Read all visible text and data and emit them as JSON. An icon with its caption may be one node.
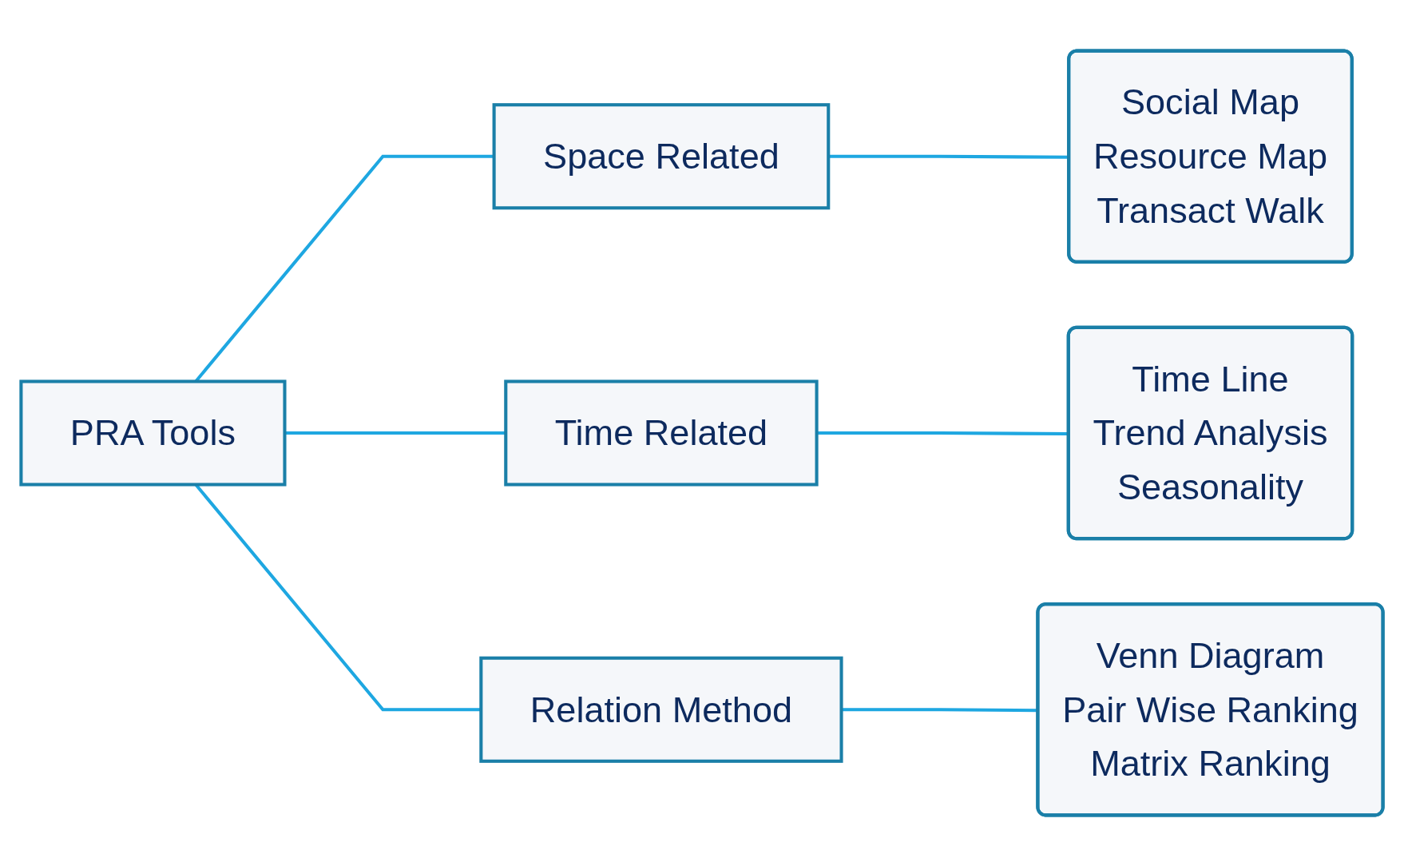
{
  "diagram": {
    "nodes": [
      {
        "text": [
          "PRA Tools"
        ]
      },
      {
        "text": [
          "Space Related"
        ]
      },
      {
        "text": [
          "Time Related"
        ]
      },
      {
        "text": [
          "Relation Method"
        ]
      },
      {
        "text": [
          "Social Map",
          "Resource Map",
          "Transact Walk"
        ]
      },
      {
        "text": [
          "Time Line",
          "Trend Analysis",
          "Seasonality"
        ]
      },
      {
        "text": [
          "Venn Diagram",
          "Pair Wise Ranking",
          "Matrix Ranking"
        ]
      }
    ],
    "edges": [
      {
        "from": 0,
        "to": 1,
        "arrow": "none"
      },
      {
        "from": 0,
        "to": 2,
        "arrow": "none"
      },
      {
        "from": 0,
        "to": 3,
        "arrow": "none"
      },
      {
        "from": 1,
        "to": 4,
        "arrow": "none"
      },
      {
        "from": 2,
        "to": 5,
        "arrow": "none"
      },
      {
        "from": 3,
        "to": 6,
        "arrow": "none"
      }
    ]
  }
}
